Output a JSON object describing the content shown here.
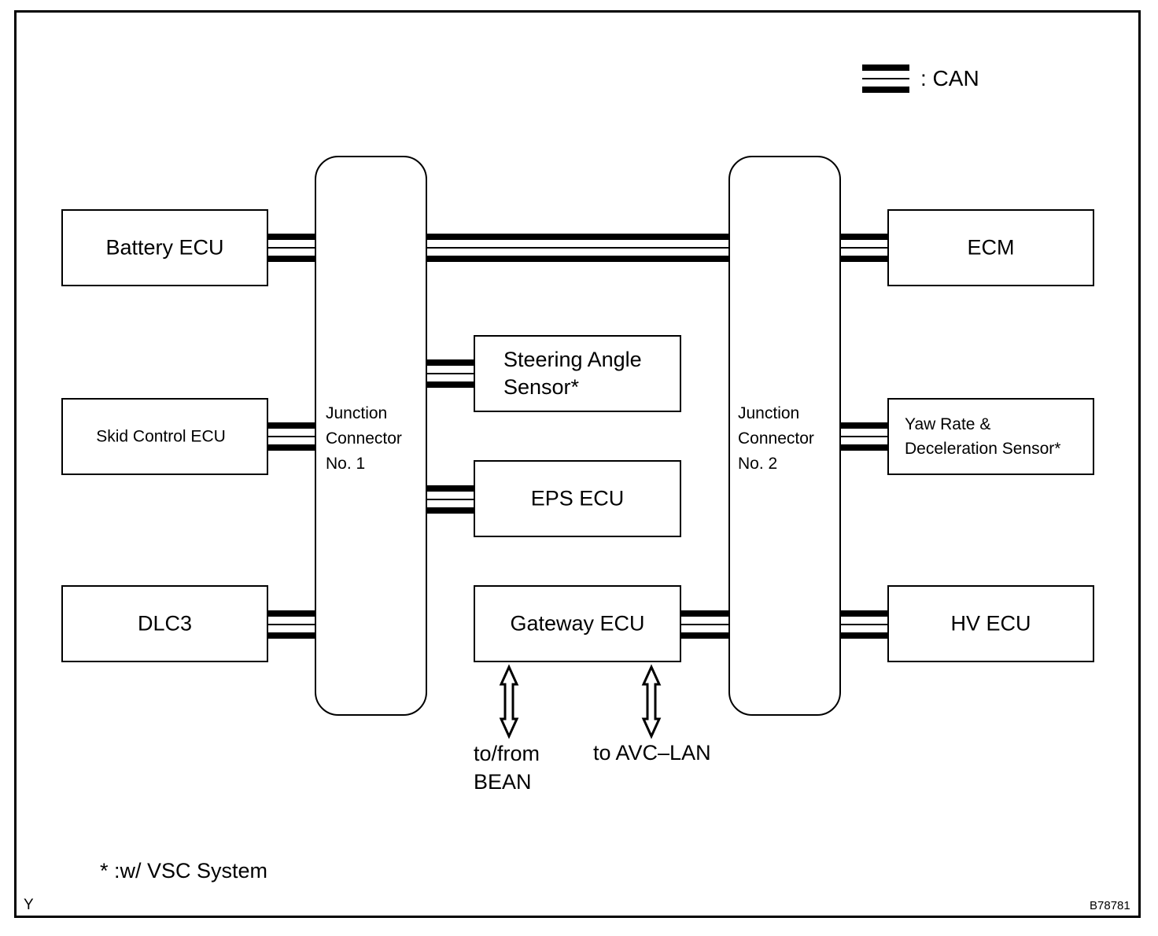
{
  "legend": {
    "label": ": CAN",
    "symbol": "can-bus-symbol"
  },
  "junctions": [
    {
      "id": "jc1",
      "line1": "Junction",
      "line2": "Connector",
      "line3": "No. 1"
    },
    {
      "id": "jc2",
      "line1": "Junction",
      "line2": "Connector",
      "line3": "No. 2"
    }
  ],
  "ecus": {
    "battery": "Battery ECU",
    "skid": "Skid Control ECU",
    "dlc3": "DLC3",
    "steering_line1": "Steering Angle",
    "steering_line2": "Sensor*",
    "eps": "EPS ECU",
    "gateway": "Gateway ECU",
    "ecm": "ECM",
    "yaw_line1": "Yaw Rate &",
    "yaw_line2": "Deceleration Sensor*",
    "hv": "HV ECU"
  },
  "external": {
    "bean_line1": "to/from",
    "bean_line2": "BEAN",
    "avc": "to AVC–LAN"
  },
  "footnote": "* :w/ VSC System",
  "corner_left": "Y",
  "figure_id": "B78781"
}
